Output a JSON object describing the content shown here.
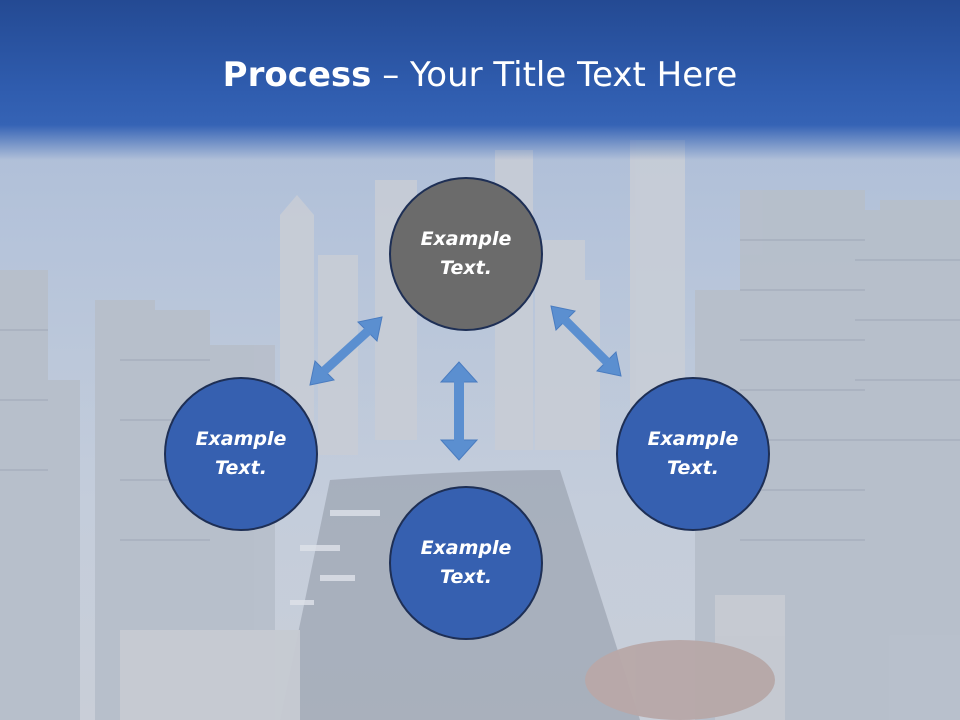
{
  "slide": {
    "title_bold": "Process",
    "title_dash": " – ",
    "title_rest": "Your Title Text Here"
  },
  "nodes": {
    "top": "Example Text.",
    "left": "Example Text.",
    "right": "Example Text.",
    "bottom": "Example Text."
  },
  "colors": {
    "header_blue": "#2f5cae",
    "node_blue": "#3660b0",
    "node_gray": "#6b6b6b",
    "arrow_blue": "#5b8fd0"
  },
  "icons": {
    "arrows": [
      "double-arrow-diagonal-icon",
      "double-arrow-vertical-icon",
      "double-arrow-diagonal-icon"
    ]
  }
}
